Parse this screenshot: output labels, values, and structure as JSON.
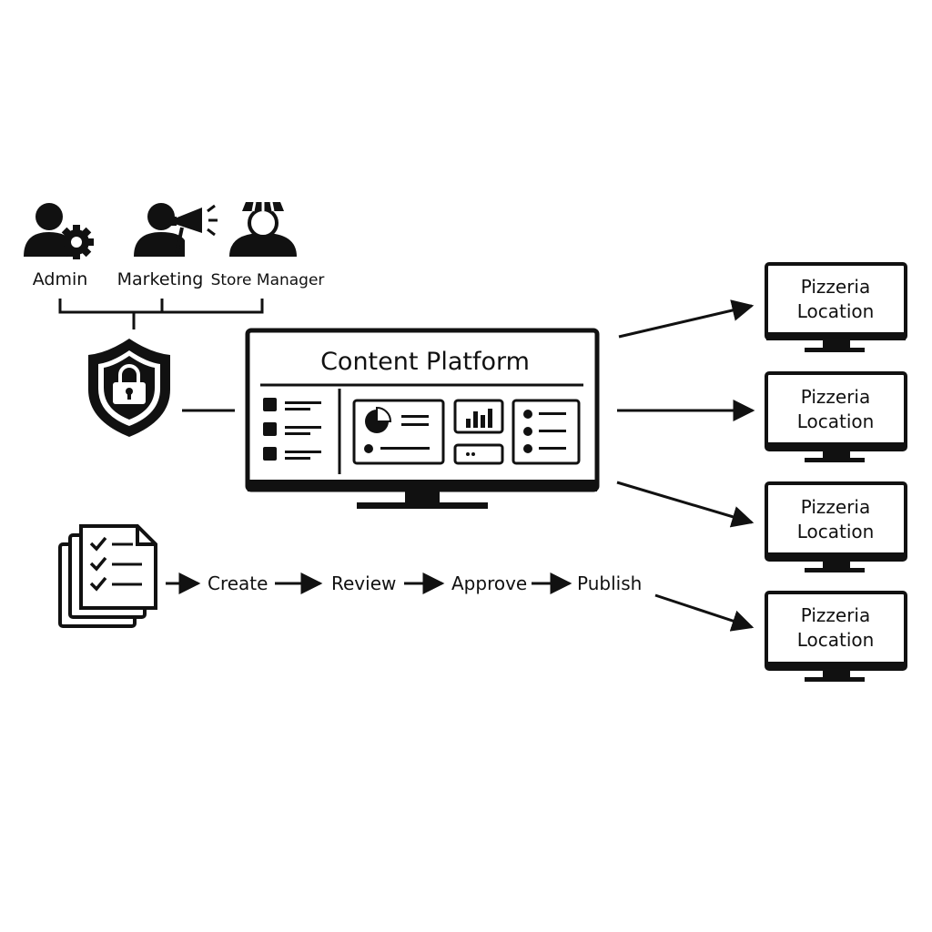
{
  "roles": [
    {
      "label": "Admin",
      "icon": "admin-gear-icon"
    },
    {
      "label": "Marketing",
      "icon": "marketing-megaphone-icon"
    },
    {
      "label": "Store Manager",
      "icon": "store-manager-icon"
    }
  ],
  "security": {
    "icon": "shield-lock-icon"
  },
  "platform": {
    "title": "Content Platform"
  },
  "workflow": {
    "icon": "document-checklist-icon",
    "steps": [
      "Create",
      "Review",
      "Approve",
      "Publish"
    ]
  },
  "locations": [
    {
      "line1": "Pizzeria",
      "line2": "Location"
    },
    {
      "line1": "Pizzeria",
      "line2": "Location"
    },
    {
      "line1": "Pizzeria",
      "line2": "Location"
    },
    {
      "line1": "Pizzeria",
      "line2": "Location"
    }
  ]
}
